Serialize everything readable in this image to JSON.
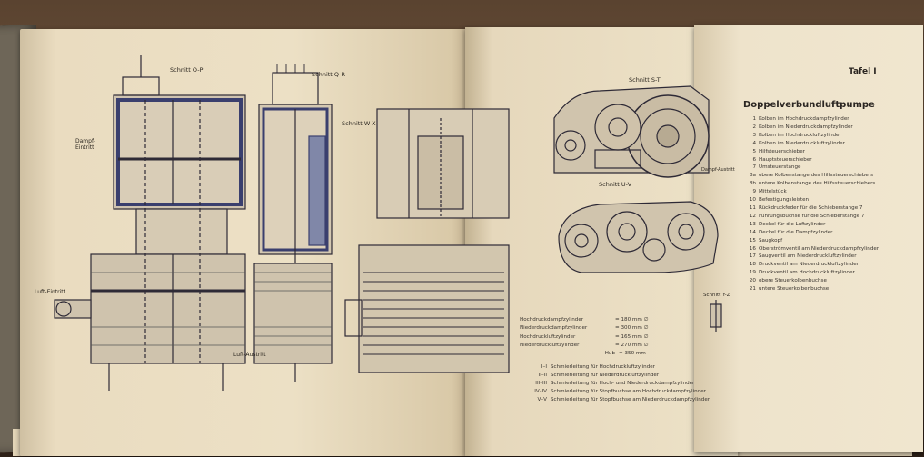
{
  "plate": {
    "label": "Tafel I",
    "title": "Doppelverbundluftpumpe"
  },
  "legend": [
    {
      "num": "1",
      "text": "Kolben im Hochdruckdampfzylinder"
    },
    {
      "num": "2",
      "text": "Kolben im Niederdruckdampfzylinder"
    },
    {
      "num": "3",
      "text": "Kolben im Hochdruckluftzylinder"
    },
    {
      "num": "4",
      "text": "Kolben im Niederdruckluftzylinder"
    },
    {
      "num": "5",
      "text": "Hilfsteuerschieber"
    },
    {
      "num": "6",
      "text": "Hauptsteuerschieber"
    },
    {
      "num": "7",
      "text": "Umsteuerstange"
    },
    {
      "num": "8a",
      "text": "obere Kolbenstange des Hilfssteuerschiebers"
    },
    {
      "num": "8b",
      "text": "untere Kolbenstange des Hilfssteuerschiebers"
    },
    {
      "num": "9",
      "text": "Mittelstück"
    },
    {
      "num": "10",
      "text": "Befestigungsleisten"
    },
    {
      "num": "11",
      "text": "Rückdruckfeder für die Schieberstange 7"
    },
    {
      "num": "12",
      "text": "Führungsbuchse für die Schieberstange 7"
    },
    {
      "num": "13",
      "text": "Deckel für die Luftzylinder"
    },
    {
      "num": "14",
      "text": "Deckel für die Dampfzylinder"
    },
    {
      "num": "15",
      "text": "Saugkopf"
    },
    {
      "num": "16",
      "text": "Oberströmventil am Niederdruckdampfzylinder"
    },
    {
      "num": "17",
      "text": "Saugventil am Niederdruckluftzylinder"
    },
    {
      "num": "18",
      "text": "Druckventil am Niederdruckluftzylinder"
    },
    {
      "num": "19",
      "text": "Druckventil am Hochdruckluftzylinder"
    },
    {
      "num": "20",
      "text": "obere Steuerkolbenbuchse"
    },
    {
      "num": "21",
      "text": "untere Steuerkolbenbuchse"
    }
  ],
  "dimensions": [
    {
      "label": "Hochdruckdampfzylinder",
      "value": "= 180 mm ∅"
    },
    {
      "label": "Niederdruckdampfzylinder",
      "value": "= 300 mm ∅"
    },
    {
      "label": "Hochdruckluftzylinder",
      "value": "= 165 mm ∅"
    },
    {
      "label": "Niederdruckluftzylinder",
      "value": "= 270 mm ∅"
    },
    {
      "label": "Hub",
      "value": "= 350 mm"
    }
  ],
  "lubrication": [
    {
      "mark": "I–I",
      "text": "Schmierleitung für Hochdruckluftzylinder"
    },
    {
      "mark": "II–II",
      "text": "Schmierleitung für Niederdruckluftzylinder"
    },
    {
      "mark": "III–III",
      "text": "Schmierleitung für Hoch- und Niederdruckdampfzylinder"
    },
    {
      "mark": "IV–IV",
      "text": "Schmierleitung für Stopfbuchse am Hochdruckdampfzylinder"
    },
    {
      "mark": "V–V",
      "text": "Schmierleitung für Stopfbuchse am Niederdruckdampfzylinder"
    }
  ],
  "section_labels": {
    "op": "Schnitt O-P",
    "qr": "Schnitt Q-R",
    "wx": "Schnitt W-X",
    "st": "Schnitt S-T",
    "uv": "Schnitt U-V",
    "yz": "Schnitt Y-Z",
    "dampf_eintritt": "Dampf-Eintritt",
    "luft_eintritt": "Luft-Eintritt",
    "luft_austritt": "Luft-Austritt",
    "dampf_austritt": "Dampf-Austritt"
  }
}
